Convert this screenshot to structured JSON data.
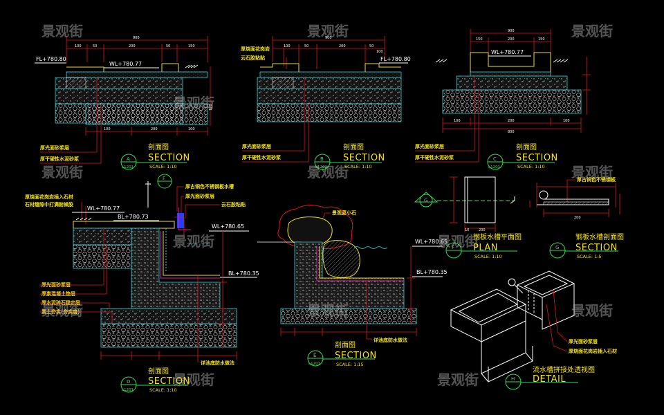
{
  "watermark": "景观街",
  "colors": {
    "background": "#000000",
    "cyan": "#2fd0d8",
    "yellow": "#f2e21a",
    "red": "#e0141d",
    "green": "#3fe04f",
    "magenta": "#e21aa8",
    "white": "#ffffff",
    "blue": "#2040ff"
  },
  "sections": {
    "A": {
      "letter": "A",
      "sheet": "L1201",
      "title_cn": "剖面图",
      "title_en": "SECTION",
      "scale": "SCALE:   1:10",
      "dims_top_total": "900",
      "dims_top_parts": [
        "100",
        "50",
        "200",
        "50",
        "150"
      ],
      "elev_fl": "FL+780.80",
      "elev_wl": "WL+780.77",
      "dims_bottom": [
        "100",
        "200",
        "100"
      ],
      "dim_right": "120",
      "note1": "厚光面砂浆层",
      "note2": "厚干硬性水泥砂浆"
    },
    "B": {
      "letter": "B",
      "sheet": "L1201",
      "title_cn": "剖面图",
      "title_en": "SECTION",
      "scale": "SCALE:   1:10",
      "dims_top_total": "900",
      "dims_top_parts": [
        "100",
        "50",
        "200",
        "50",
        "100"
      ],
      "elev_fl": "FL+780.80",
      "label_top1": "厚烧面花岗岩",
      "label_top2": "云石胶粘贴",
      "note1": "厚光面砂浆层",
      "note2": "厚干硬性水泥砂浆"
    },
    "C": {
      "letter": "C",
      "sheet": "L1201",
      "title_cn": "剖面图",
      "title_en": "SECTION",
      "scale": "SCALE:   1:10",
      "dims_top_total": "900",
      "dims_top_parts": [
        "150",
        "200",
        "150"
      ],
      "elev_wl": "WL+780.77",
      "dims_bottom": [
        "100",
        "200",
        "100"
      ],
      "dim_bottom_total": "800",
      "note1": "厚光面砂浆层",
      "note2": "厚干硬性水泥砂浆"
    },
    "D": {
      "letter": "D",
      "sheet": "L1201",
      "title_cn": "剖面图",
      "title_en": "SECTION",
      "scale": "SCALE:   1:10",
      "marker_f": "F",
      "label_top_left1": "厚烧面花岗岩插入石材",
      "label_top_left2": "石材缝隙中打满耐候胶",
      "label_top_right1": "厚古铜色不锈钢板水槽",
      "label_top_right2": "厚光面砂浆层",
      "label_right": "云石胶粘贴",
      "elev_wl": "WL+780.77",
      "elev_bl1": "BL+780.73",
      "elev_wl2": "WL+780.65",
      "elev_bl2": "BL+780.35",
      "notes": [
        "厚光面砂浆层",
        "厚素混凝土垫层",
        "厚水泥碎石稳定层",
        "素土夯实(夯实度)"
      ],
      "note_bottom": "详池底防水做法"
    },
    "E": {
      "letter": "E",
      "sheet": "L1201",
      "title_cn": "剖面图",
      "title_en": "SECTION",
      "scale": "SCALE:   1:15",
      "label_stone": "景观置小石",
      "elev_wl": "WL+780.65",
      "elev_bl": "BL+780.35",
      "note_bottom": "详池底防水做法"
    },
    "F": {
      "letter": "F",
      "title_cn": "钢板水槽平面图",
      "title_en": "PLAN",
      "scale": "SCALE:   1:10",
      "dims": [
        "10",
        "200"
      ]
    },
    "G": {
      "letter": "G",
      "title_cn": "钢板水槽剖面图",
      "title_en": "SECTION",
      "scale": "SCALE:   1:5",
      "label": "厚古铜色不锈钢板",
      "dims": [
        "200"
      ]
    },
    "H": {
      "letter": "H",
      "title_cn": "流水槽拼接处透视图",
      "title_en": "DETAIL",
      "note1": "厚光面砂浆层",
      "note2": "厚烧面花岗岩插入石材"
    }
  }
}
